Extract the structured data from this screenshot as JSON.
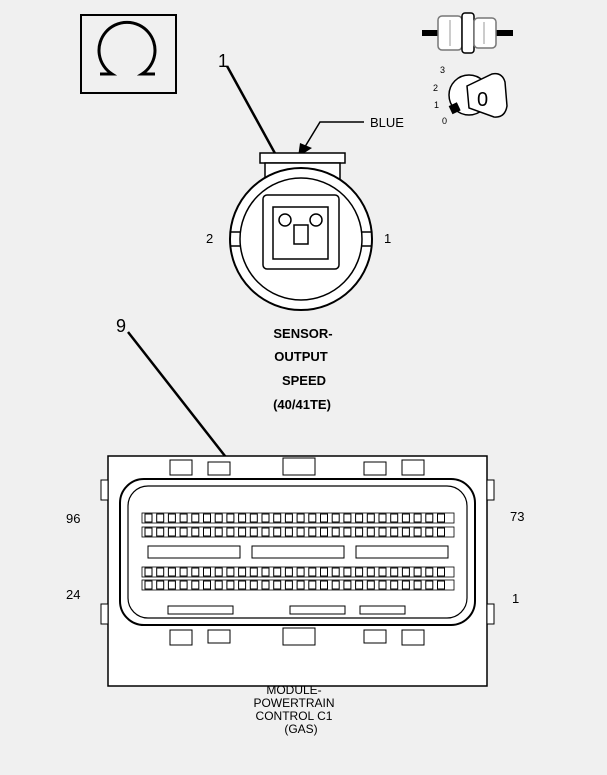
{
  "symbol": {
    "name": "ohm-symbol",
    "glyph": "Ω"
  },
  "key_switch": {
    "positions": [
      "3",
      "2",
      "1",
      "0"
    ],
    "key_label": "0"
  },
  "sensor_connector": {
    "callout_number": "1",
    "wire_color": "BLUE",
    "pin_left": "2",
    "pin_right": "1",
    "title_lines": [
      "SENSOR-",
      "OUTPUT",
      "SPEED",
      "(40/41TE)"
    ]
  },
  "pcm_connector": {
    "callout_number": "9",
    "pin_top_left": "96",
    "pin_top_right": "73",
    "pin_bottom_left": "24",
    "pin_bottom_right": "1",
    "title_lines": [
      "MODULE-",
      "POWERTRAIN",
      "CONTROL C1",
      "(GAS)"
    ]
  },
  "colors": {
    "background": "#f0f0f0",
    "line": "#000000"
  }
}
